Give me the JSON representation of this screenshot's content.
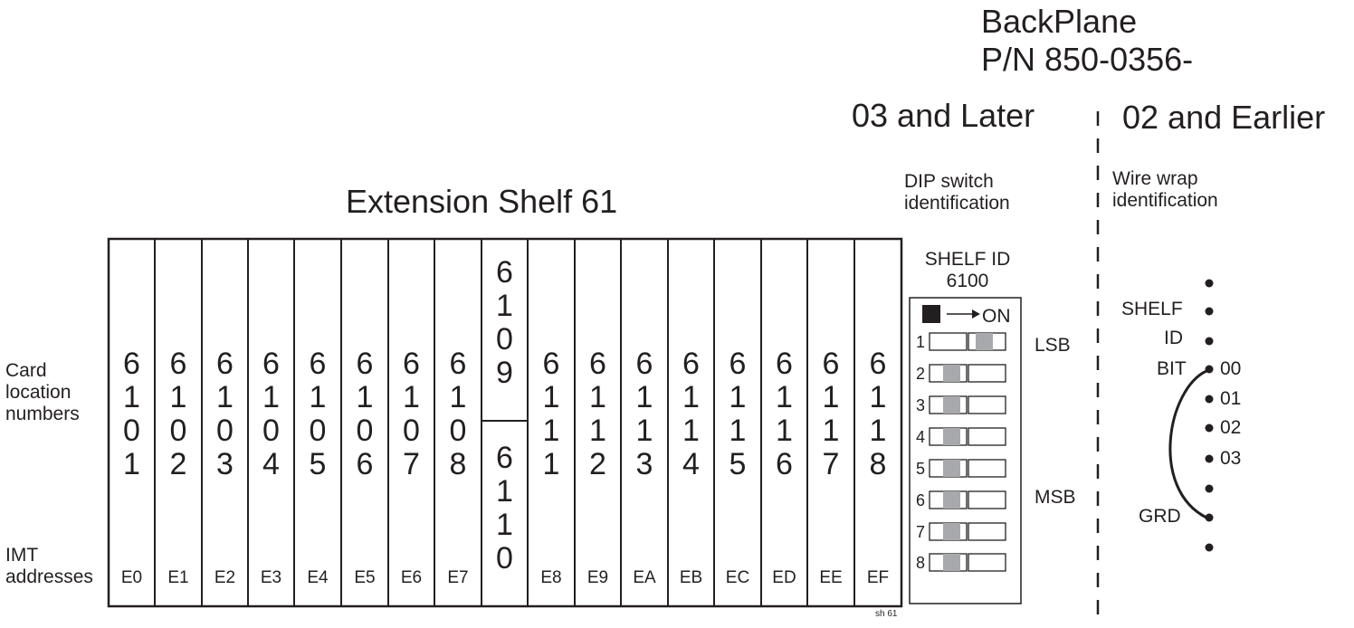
{
  "header": {
    "line1": "BackPlane",
    "line2": "P/N 850-0356-",
    "col_later": "03 and Later",
    "col_earlier": "02 and Earlier",
    "dip_label_1": "DIP switch",
    "dip_label_2": "identification",
    "wire_label_1": "Wire wrap",
    "wire_label_2": "identification"
  },
  "shelf": {
    "title": "Extension Shelf 61",
    "row_label_card_1": "Card",
    "row_label_card_2": "location",
    "row_label_card_3": "numbers",
    "row_label_imt_1": "IMT",
    "row_label_imt_2": "addresses",
    "footnote": "sh 61",
    "slots": [
      {
        "card": "6101",
        "imt": "E0"
      },
      {
        "card": "6102",
        "imt": "E1"
      },
      {
        "card": "6103",
        "imt": "E2"
      },
      {
        "card": "6104",
        "imt": "E3"
      },
      {
        "card": "6105",
        "imt": "E4"
      },
      {
        "card": "6106",
        "imt": "E5"
      },
      {
        "card": "6107",
        "imt": "E6"
      },
      {
        "card": "6108",
        "imt": "E7"
      },
      {
        "card_top": "6109",
        "card_bottom": "6110"
      },
      {
        "card": "6111",
        "imt": "E8"
      },
      {
        "card": "6112",
        "imt": "E9"
      },
      {
        "card": "6113",
        "imt": "EA"
      },
      {
        "card": "6114",
        "imt": "EB"
      },
      {
        "card": "6115",
        "imt": "EC"
      },
      {
        "card": "6116",
        "imt": "ED"
      },
      {
        "card": "6117",
        "imt": "EE"
      },
      {
        "card": "6118",
        "imt": "EF"
      }
    ]
  },
  "dip": {
    "title_1": "SHELF ID",
    "title_2": "6100",
    "on_label": "ON",
    "lsb": "LSB",
    "msb": "MSB",
    "switches": [
      {
        "num": "1",
        "on": true
      },
      {
        "num": "2",
        "on": false
      },
      {
        "num": "3",
        "on": false
      },
      {
        "num": "4",
        "on": false
      },
      {
        "num": "5",
        "on": false
      },
      {
        "num": "6",
        "on": false
      },
      {
        "num": "7",
        "on": false
      },
      {
        "num": "8",
        "on": false
      }
    ],
    "colors": {
      "knob": "#a7a9ac",
      "line": "#231f20"
    }
  },
  "wire": {
    "shelf": "SHELF",
    "id": "ID",
    "bit": "BIT",
    "grd": "GRD",
    "bits": [
      "00",
      "01",
      "02",
      "03"
    ]
  }
}
